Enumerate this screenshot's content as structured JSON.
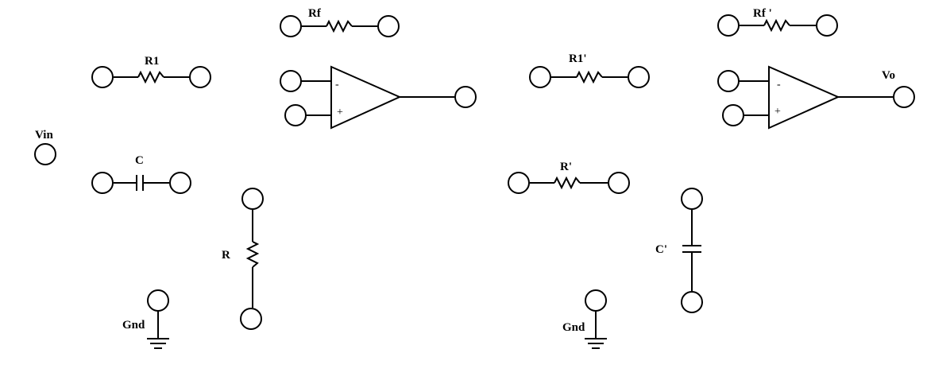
{
  "labels": {
    "rf": "Rf",
    "r1": "R1",
    "vin": "Vin",
    "c": "C",
    "r": "R",
    "gnd_left": "Gnd",
    "r1_prime": "R1'",
    "rf_prime": "Rf '",
    "vo": "Vo",
    "r_prime": "R'",
    "c_prime": "C'",
    "gnd_right": "Gnd"
  },
  "opamp": {
    "minus": "-",
    "plus": "+"
  }
}
